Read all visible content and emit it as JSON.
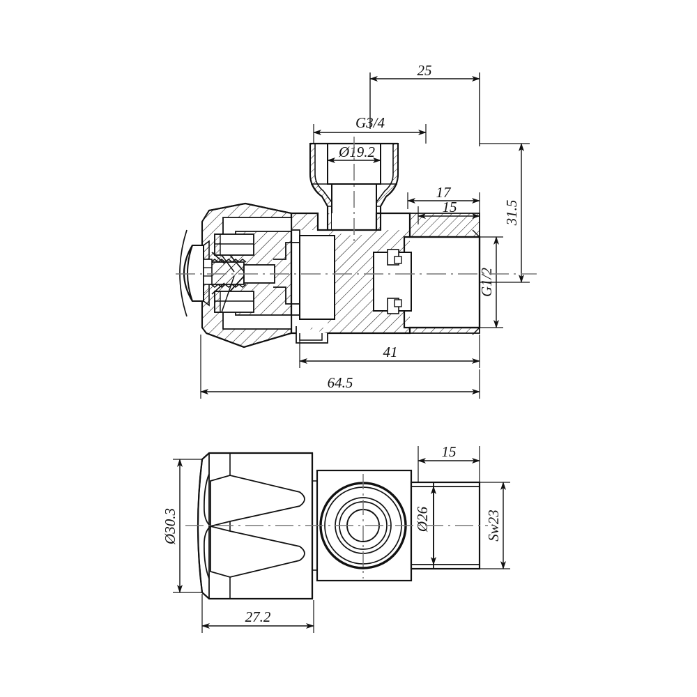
{
  "drawing": {
    "type": "engineering-section-drawing",
    "subject": "angle valve / radiator connection valve",
    "background_color": "#ffffff",
    "line_color": "#111111",
    "units": "mm",
    "views": [
      {
        "id": "section-view",
        "name": "Longitudinal cross-section view (top)"
      },
      {
        "id": "elevation-view",
        "name": "Front / side elevation view (bottom)"
      }
    ]
  },
  "dimensions": {
    "section_view": [
      {
        "id": "d25",
        "label": "25",
        "orientation": "horizontal",
        "placement": "top"
      },
      {
        "id": "dG34",
        "label": "G3/4",
        "orientation": "horizontal",
        "placement": "outlet-thread"
      },
      {
        "id": "d19_2",
        "label": "Ø19.2",
        "orientation": "horizontal",
        "placement": "outlet-bore"
      },
      {
        "id": "d17",
        "label": "17",
        "orientation": "horizontal",
        "placement": "right-upper"
      },
      {
        "id": "d15",
        "label": "15",
        "orientation": "horizontal",
        "placement": "right-upper"
      },
      {
        "id": "d31_5",
        "label": "31.5",
        "orientation": "vertical",
        "placement": "far-right"
      },
      {
        "id": "dG12",
        "label": "G1/2",
        "orientation": "vertical",
        "placement": "right-inlet"
      },
      {
        "id": "d41",
        "label": "41",
        "orientation": "horizontal",
        "placement": "bottom"
      },
      {
        "id": "d64_5",
        "label": "64.5",
        "orientation": "horizontal",
        "placement": "bottom-overall"
      }
    ],
    "elevation_view": [
      {
        "id": "d30_3",
        "label": "Ø30.3",
        "orientation": "vertical",
        "placement": "left-handwheel"
      },
      {
        "id": "d27_2",
        "label": "27.2",
        "orientation": "horizontal",
        "placement": "bottom-handwheel"
      },
      {
        "id": "d15b",
        "label": "15",
        "orientation": "horizontal",
        "placement": "top-right-spigot"
      },
      {
        "id": "d26",
        "label": "Ø26",
        "orientation": "vertical",
        "placement": "spigot-bore"
      },
      {
        "id": "dSw23",
        "label": "Sw23",
        "orientation": "vertical",
        "placement": "far-right-hex"
      }
    ]
  },
  "annotations": {
    "thread_callouts": [
      "G3/4",
      "G1/2"
    ],
    "diameter_callouts": [
      "Ø19.2",
      "Ø30.3",
      "Ø26"
    ],
    "wrench_size_callout": "Sw23",
    "linear_callouts": [
      "25",
      "17",
      "15",
      "31.5",
      "41",
      "64.5",
      "27.2",
      "15"
    ]
  }
}
